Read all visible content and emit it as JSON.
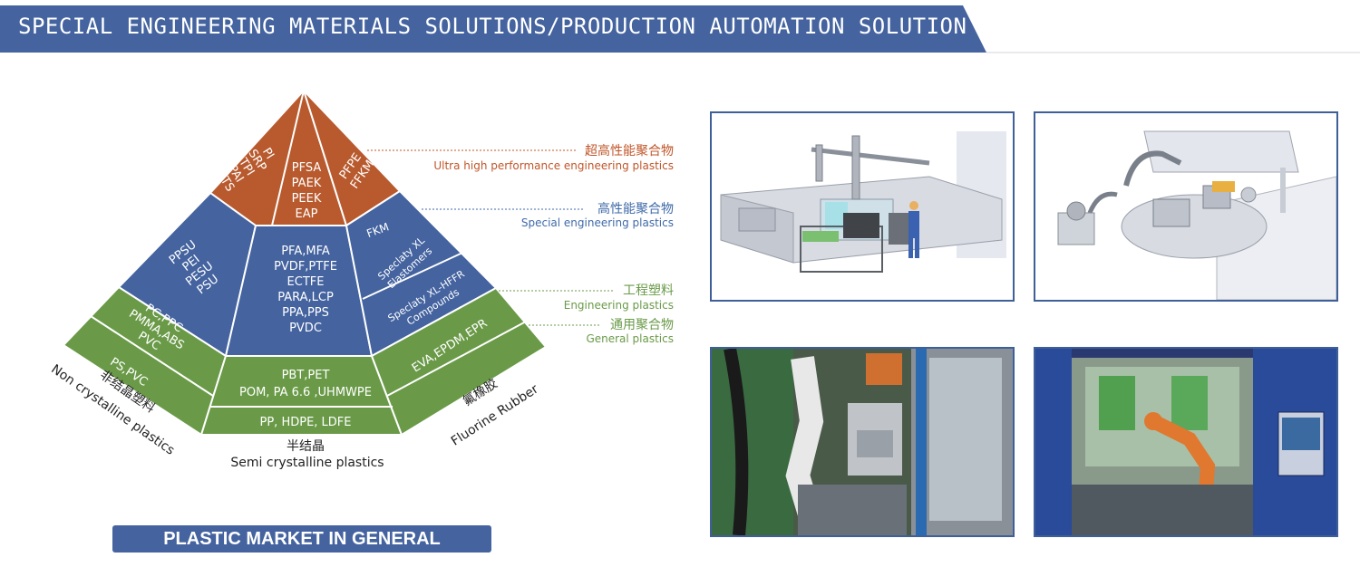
{
  "header": {
    "title": "SPECIAL ENGINEERING MATERIALS SOLUTIONS/PRODUCTION AUTOMATION SOLUTION"
  },
  "colors": {
    "header_blue": "#44639f",
    "tier_top_orange": "#b85a2e",
    "tier_blue": "#44639f",
    "tier_green": "#6a9a48",
    "label_orange": "#c0562a",
    "label_blue": "#3f6aa8",
    "label_green": "#6a9a48"
  },
  "pyramid": {
    "top_left": [
      "PI",
      "SRP",
      "TPI",
      "PAI",
      "HTS"
    ],
    "top_center": [
      "PFSA",
      "PAEK",
      "PEEK",
      "EAP"
    ],
    "top_right": [
      "PFPE",
      "FFKM"
    ],
    "mid_left": [
      "PPSU",
      "PEI",
      "PESU",
      "PSU"
    ],
    "mid_center": [
      "PFA,MFA",
      "PVDF,PTFE",
      "ECTFE",
      "PARA,LCP",
      "PPA,PPS",
      "PVDC"
    ],
    "mid_right_fkm": "FKM",
    "mid_right_1": [
      "Speclaty XL",
      "Elastomers"
    ],
    "mid_right_2": [
      "Speclaty XL-HFFR",
      "Compounds"
    ],
    "low_left_1": [
      "PC,PPC",
      "PMMA,ABS",
      "PVC"
    ],
    "low_left_2": "PS,PVC",
    "low_center_1": [
      "PBT,PET",
      "POM, PA 6.6 ,UHMWPE"
    ],
    "low_center_2": "PP, HDPE, LDFE",
    "low_right": "EVA,EPDM,EPR"
  },
  "levels": [
    {
      "cn": "超高性能聚合物",
      "en": "Ultra high performance engineering plastics"
    },
    {
      "cn": "高性能聚合物",
      "en": "Special engineering plastics"
    },
    {
      "cn": "工程塑料",
      "en": "Engineering plastics"
    },
    {
      "cn": "通用聚合物",
      "en": "General plastics"
    }
  ],
  "base_labels": {
    "left_cn": "非结晶塑料",
    "left_en": "Non crystalline plastics",
    "center_cn": "半结晶",
    "center_en": "Semi crystalline plastics",
    "right_cn": "氟橡胶",
    "right_en": "Fluorine Rubber"
  },
  "footer": {
    "button_label": "PLASTIC MARKET IN GENERAL"
  }
}
